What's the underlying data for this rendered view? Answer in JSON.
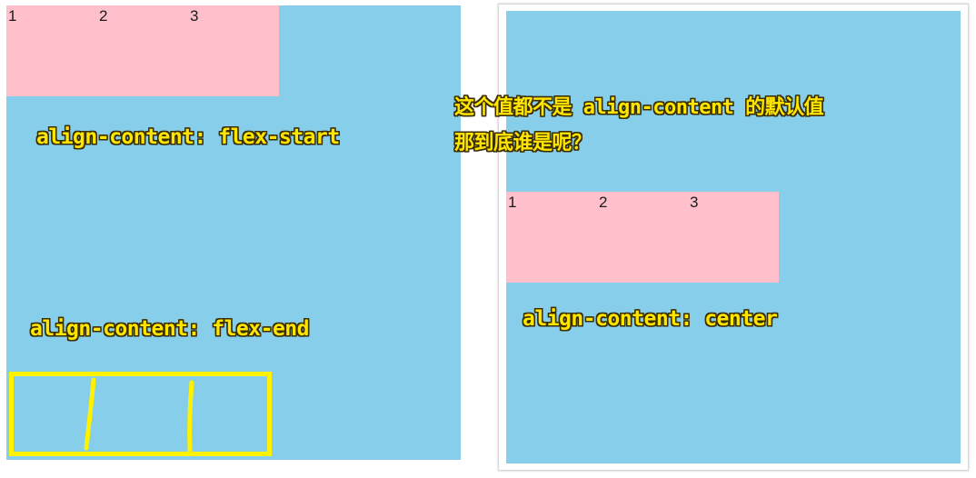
{
  "left_demo": {
    "items": [
      "1",
      "2",
      "3"
    ],
    "label_flex_start": "align-content: flex-start",
    "label_flex_end": "align-content: flex-end"
  },
  "right_demo": {
    "question_line1": "这个值都不是 align-content 的默认值",
    "question_line2": "那到底谁是呢？",
    "items": [
      "1",
      "2",
      "3"
    ],
    "label_center": "align-content: center"
  },
  "colors": {
    "container": "#87CEEB",
    "row": "#FFC0CB",
    "annotation": "#FFE600",
    "highlight": "#FFF200"
  }
}
